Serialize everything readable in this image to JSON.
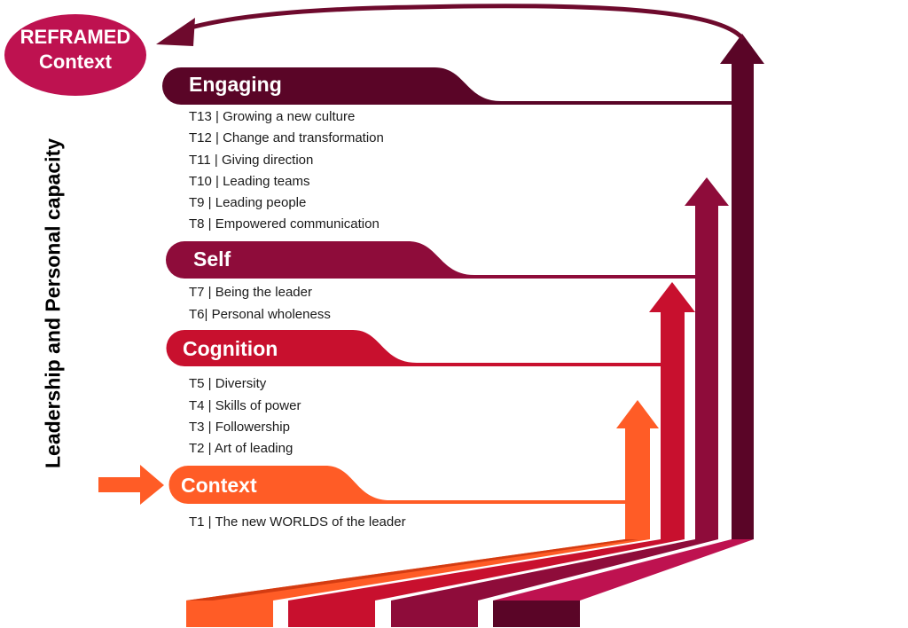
{
  "colors": {
    "context": "#ff5c26",
    "cognition": "#c8102e",
    "self": "#8e0c3a",
    "engaging": "#5a0527",
    "reframed": "#be1250",
    "loop_arrow": "#6e0a2d",
    "thin_strip": "#d43c12",
    "text": "#1a1a1a"
  },
  "side_label": "Leadership and Personal capacity",
  "reframed": {
    "line1": "REFRAMED",
    "line2": "Context"
  },
  "levels": [
    {
      "id": "engaging",
      "title": "Engaging",
      "topics": [
        "T13 | Growing a new culture",
        "T12 | Change and transformation",
        "T11 | Giving direction",
        "T10 | Leading teams",
        "T9   | Leading people",
        "T8   | Empowered communication"
      ]
    },
    {
      "id": "self",
      "title": "Self",
      "topics": [
        "T7 | Being the leader",
        "T6| Personal wholeness"
      ]
    },
    {
      "id": "cognition",
      "title": "Cognition",
      "topics": [
        "T5 | Diversity",
        "T4 | Skills of power",
        "T3 | Followership",
        "T2 | Art of leading"
      ]
    },
    {
      "id": "context",
      "title": "Context",
      "topics": [
        "T1 | The new WORLDS of the leader"
      ]
    }
  ]
}
